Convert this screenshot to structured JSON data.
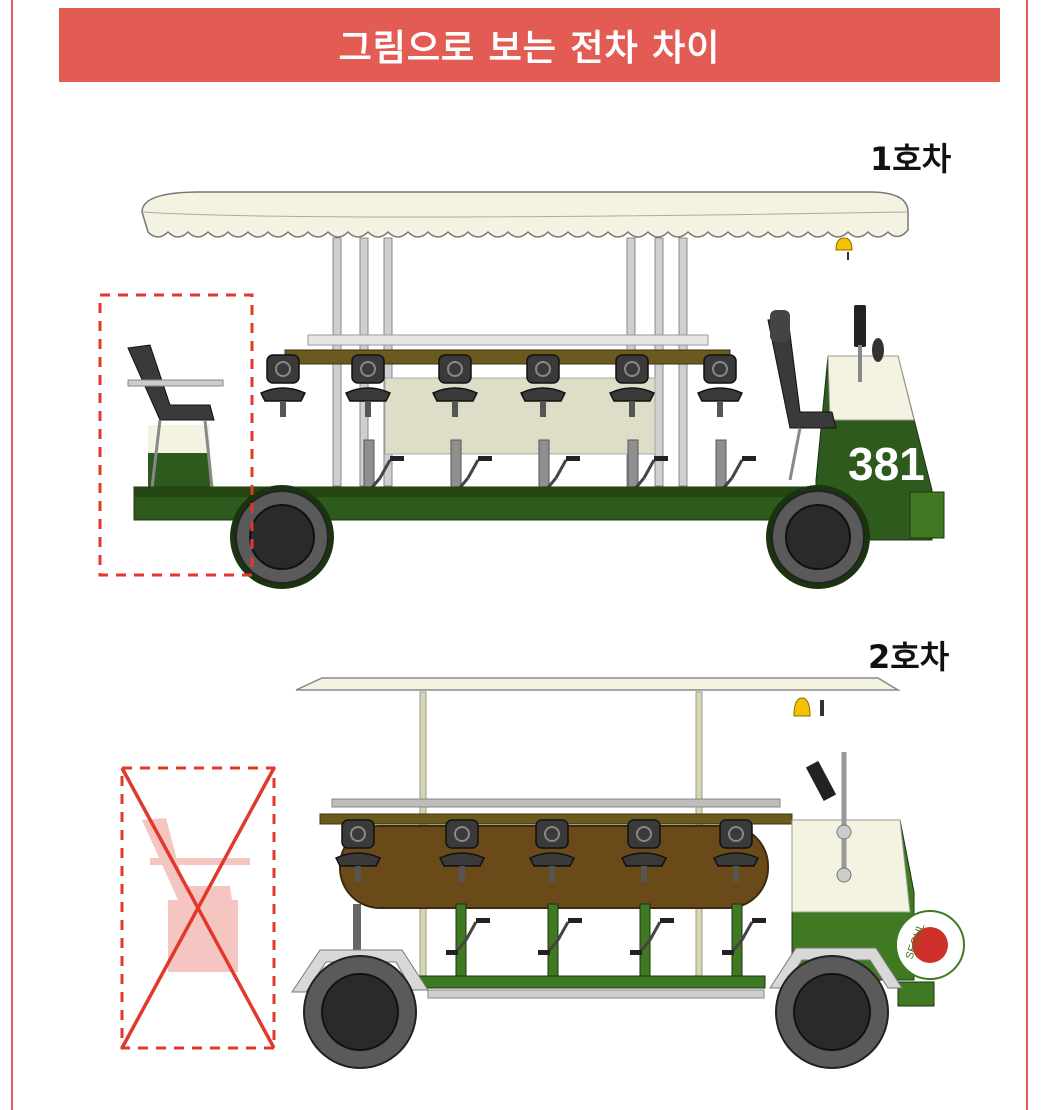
{
  "header": {
    "title": "그림으로 보는 전차 차이"
  },
  "cars": [
    {
      "label": "1호차",
      "number": "381"
    },
    {
      "label": "2호차",
      "emblem": "SEOUL"
    }
  ],
  "colors": {
    "accent": "#e35c53",
    "body_green": "#2f5a1e",
    "canopy": "#f4f3e2",
    "wood": "#6b4a1a"
  },
  "icons": [
    "bell-icon",
    "seat-icon",
    "wheel-icon",
    "cross-mark-icon"
  ]
}
